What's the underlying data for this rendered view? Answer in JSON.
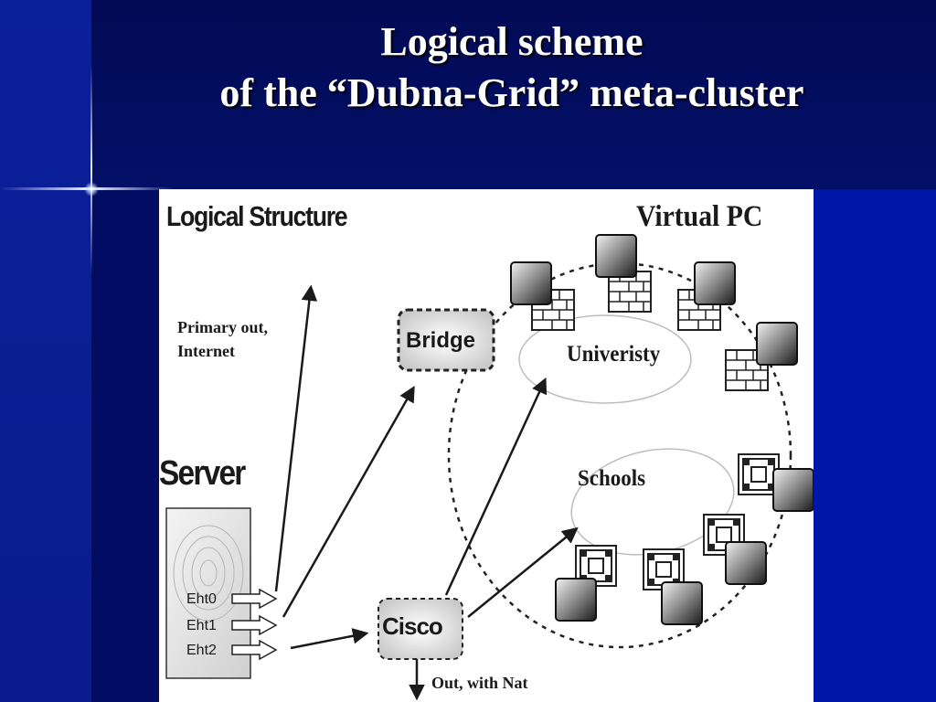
{
  "slide": {
    "title_line1": "Logical scheme",
    "title_line2": "of the “Dubna-Grid” meta-cluster"
  },
  "diagram": {
    "heading": "Logical Structure",
    "virtual_pc_label": "Virtual PC",
    "primary_out_line1": "Primary out,",
    "primary_out_line2": "Internet",
    "server_label": "Server",
    "interfaces": [
      "Eht0",
      "Eht1",
      "Eht2"
    ],
    "bridge_label": "Bridge",
    "cisco_label": "Cisco",
    "out_label": "Out, with Nat",
    "university_label": "Univeristy",
    "schools_label": "Schools"
  },
  "colors": {
    "background": "#02105f",
    "title_text": "#ffffff",
    "panel": "#ffffff"
  }
}
